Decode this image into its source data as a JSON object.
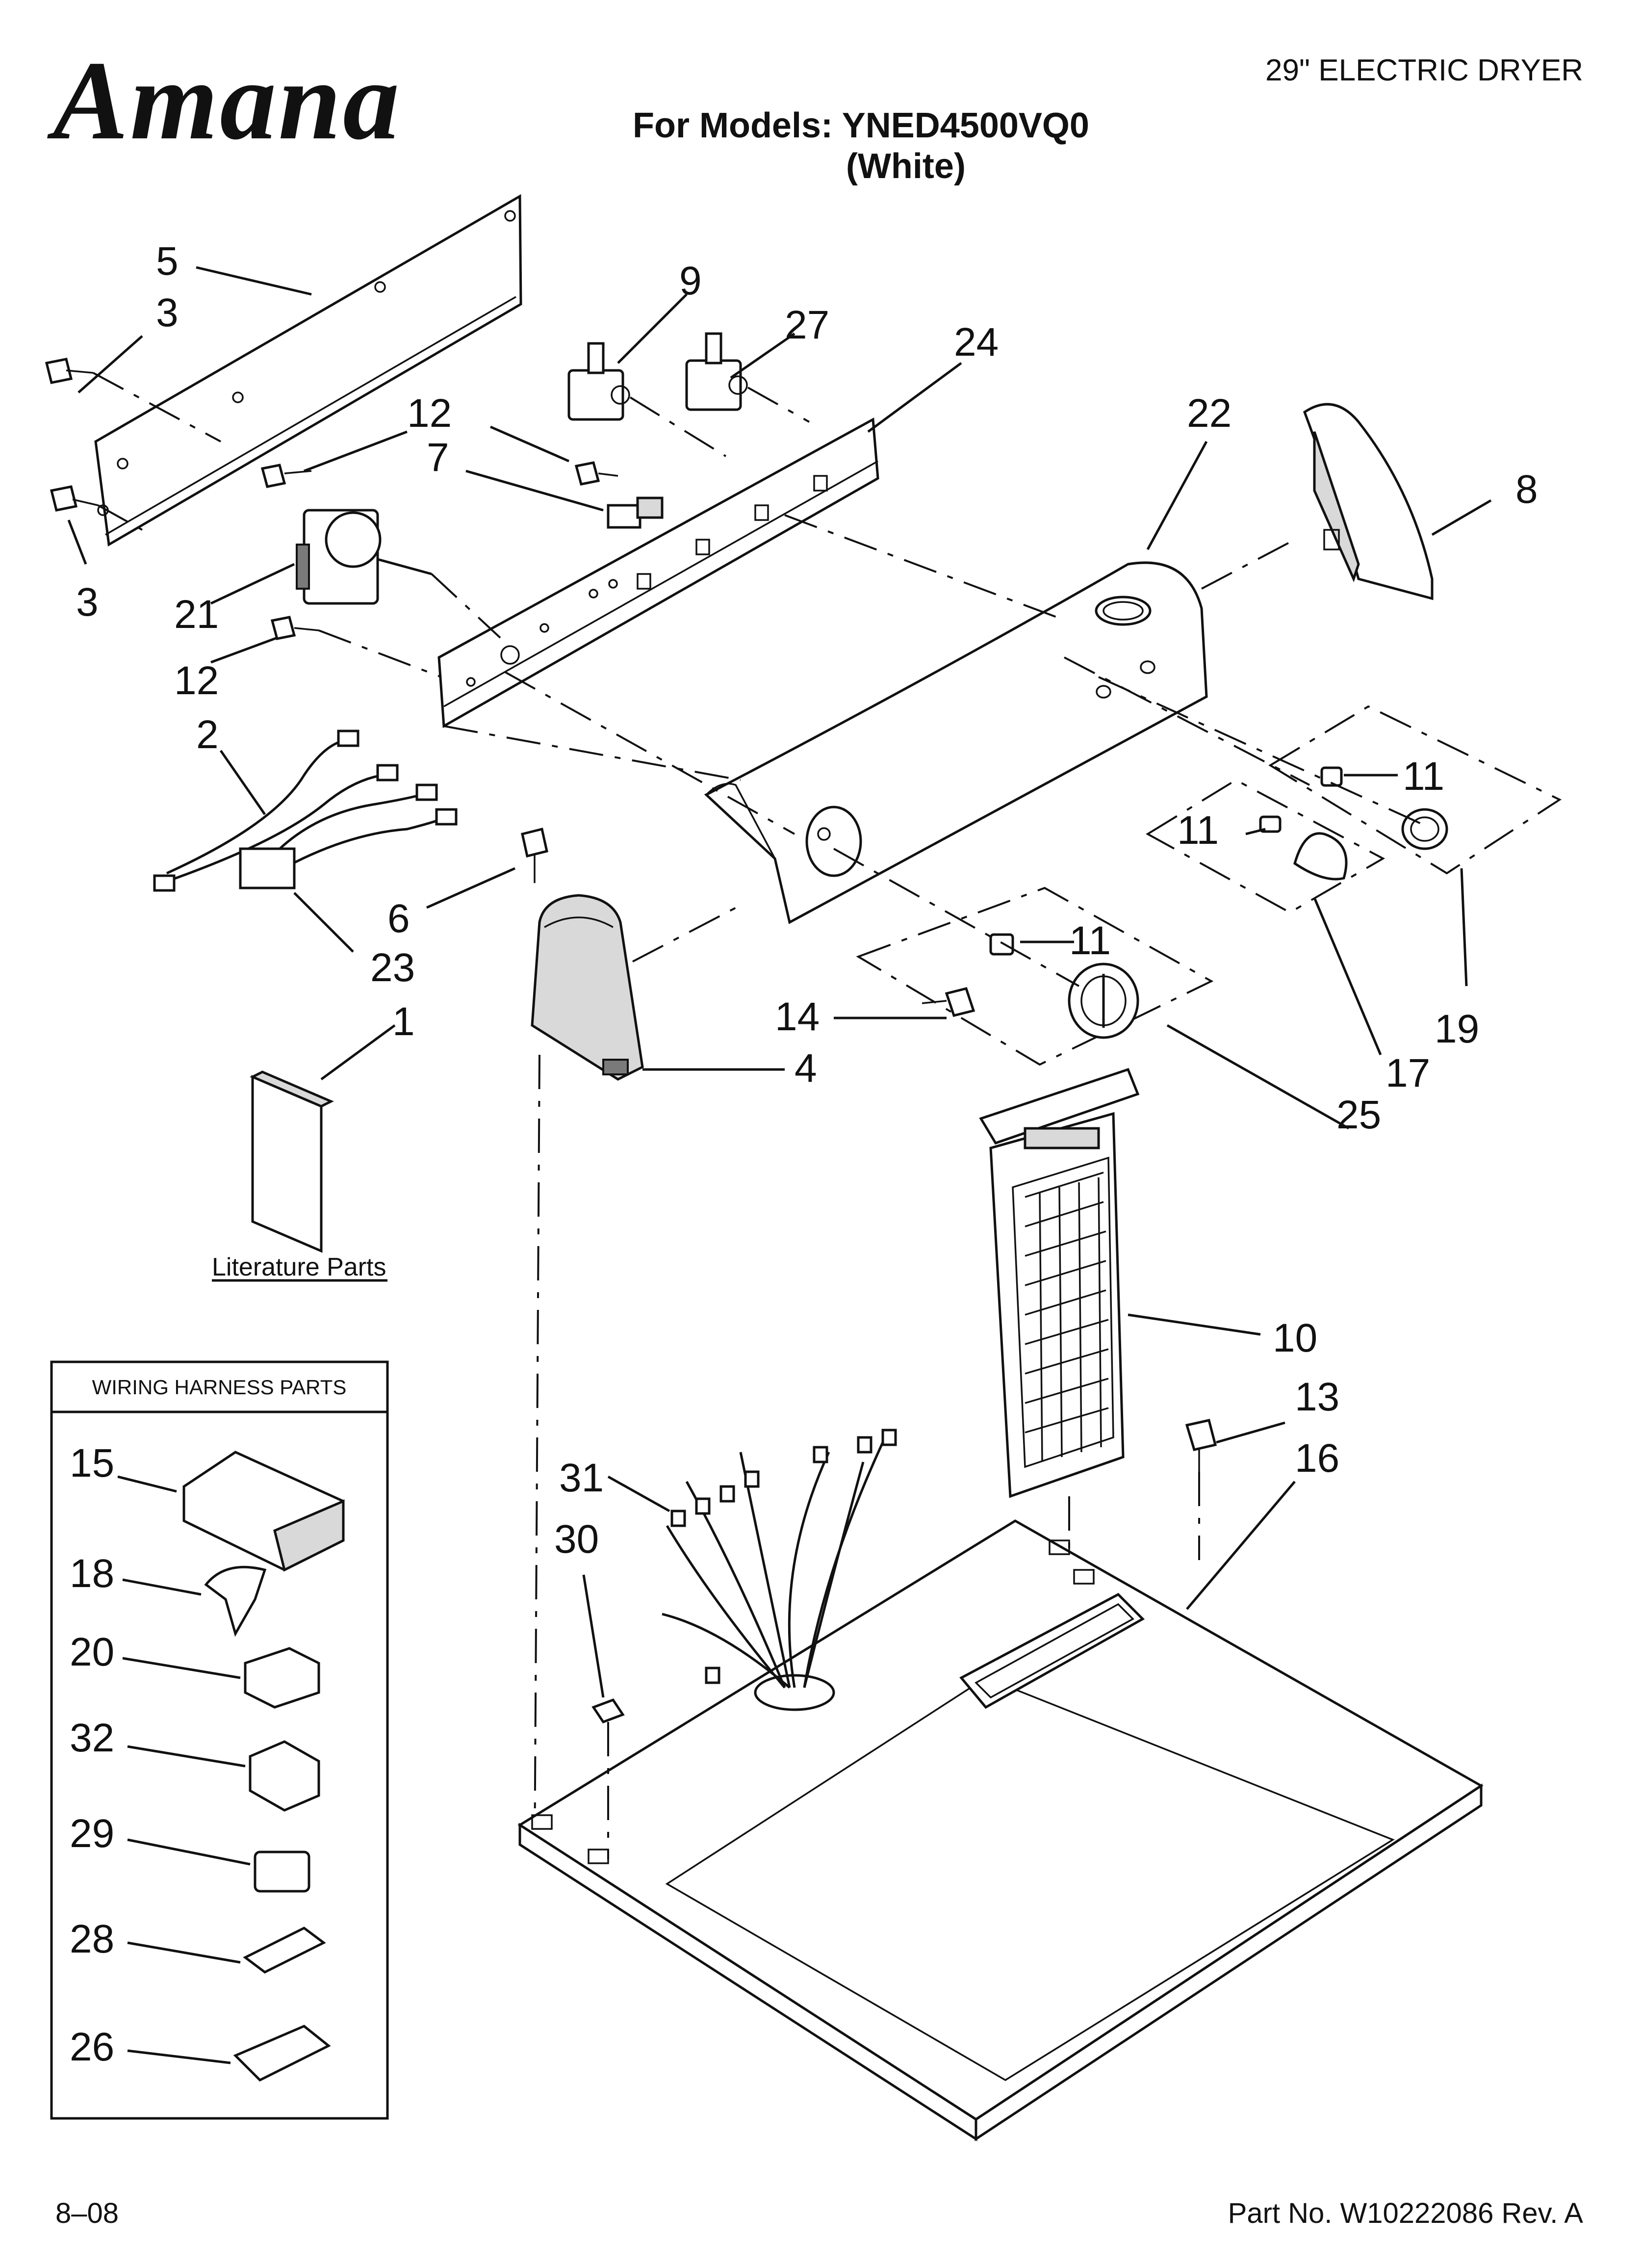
{
  "header": {
    "brand": "Amana",
    "document_type": "29\" ELECTRIC DRYER",
    "models_line": "For Models: YNED4500VQ0",
    "color_line": "(White)"
  },
  "diagram": {
    "callouts": [
      "5",
      "3",
      "3",
      "12",
      "7",
      "21",
      "12",
      "2",
      "23",
      "6",
      "1",
      "4",
      "9",
      "27",
      "24",
      "22",
      "8",
      "11",
      "11",
      "11",
      "19",
      "17",
      "14",
      "25",
      "10",
      "13",
      "16",
      "31",
      "30",
      "15",
      "18",
      "20",
      "32",
      "29",
      "28",
      "26"
    ],
    "literature_label": "Literature Parts",
    "harness_box_title": "WIRING HARNESS PARTS"
  },
  "footer": {
    "date": "8–08",
    "part_number": "Part No. W10222086 Rev. A"
  },
  "colors": {
    "ink": "#111111",
    "paper": "#ffffff",
    "shade": "#d9d9d9"
  }
}
